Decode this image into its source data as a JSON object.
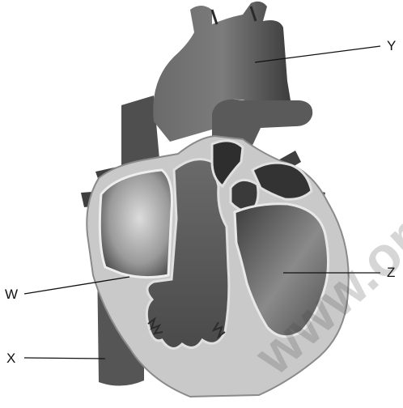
{
  "labels": {
    "w": "W",
    "x": "X",
    "y": "Y",
    "z": "Z"
  },
  "watermark": {
    "text": "www.om"
  },
  "colors": {
    "dark_vessel": "#4a4a4a",
    "light_wall": "#c8c8c8",
    "chamber_dark": "#3a3a3a",
    "line": "#111111"
  }
}
